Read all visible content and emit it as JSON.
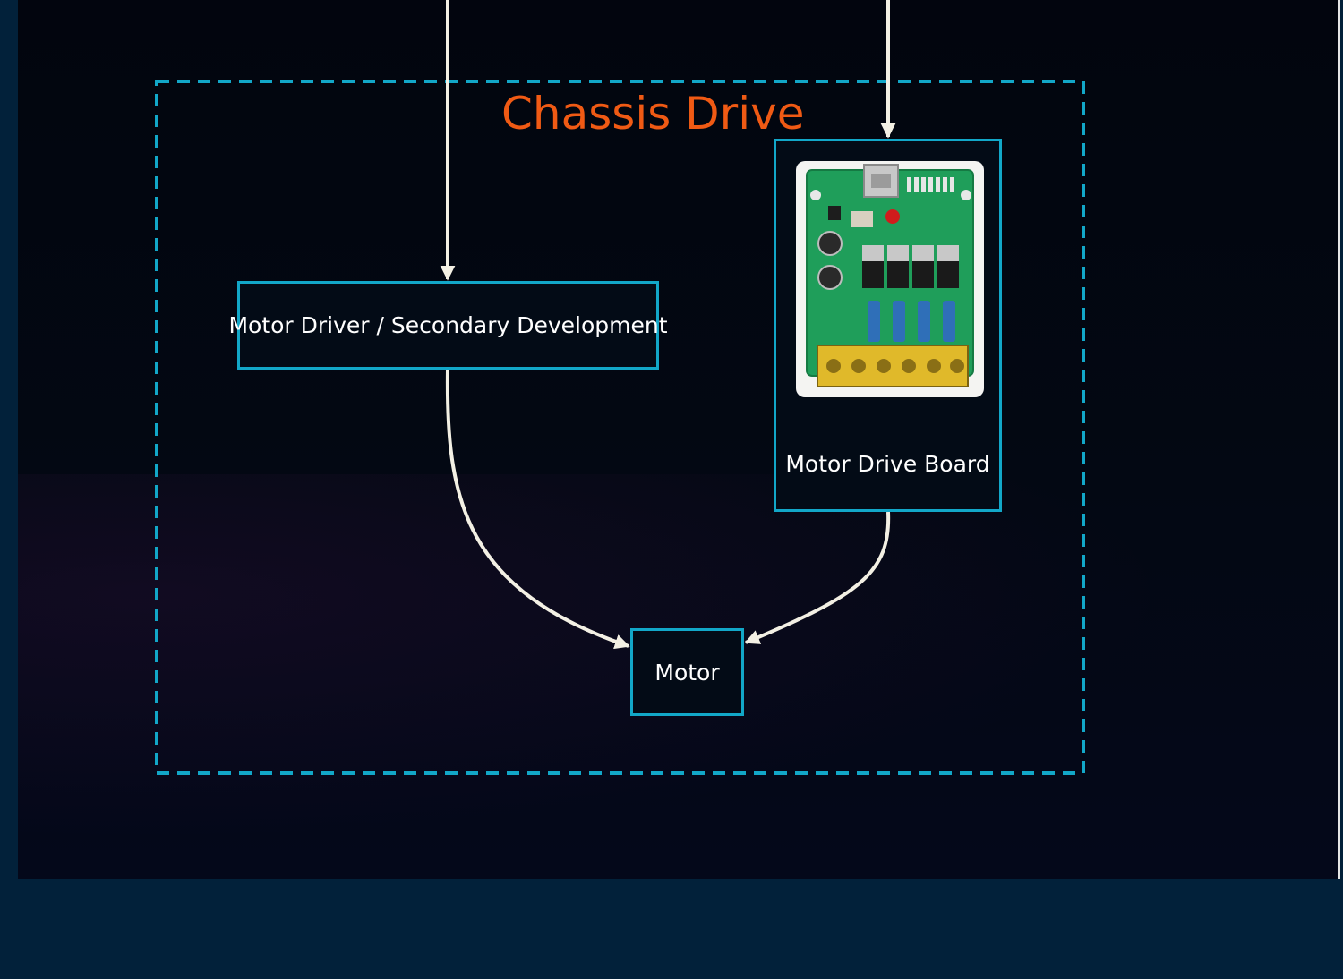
{
  "group": {
    "title": "Chassis Drive",
    "title_color": "#f05a14",
    "border_color": "#12a7c8",
    "border_style": "dashed"
  },
  "nodes": {
    "driver": {
      "label": "Motor Driver / Secondary Development"
    },
    "board": {
      "label": "Motor Drive Board",
      "image": "motor-drive-board-photo"
    },
    "motor": {
      "label": "Motor"
    }
  },
  "edges": [
    {
      "from": "offscreen-top",
      "to": "driver"
    },
    {
      "from": "offscreen-top",
      "to": "board"
    },
    {
      "from": "driver",
      "to": "motor"
    },
    {
      "from": "board",
      "to": "motor"
    }
  ],
  "colors": {
    "background": "#02050e",
    "node_border": "#12a7c8",
    "arrow": "#f3f0e4",
    "node_text": "#ffffff"
  }
}
